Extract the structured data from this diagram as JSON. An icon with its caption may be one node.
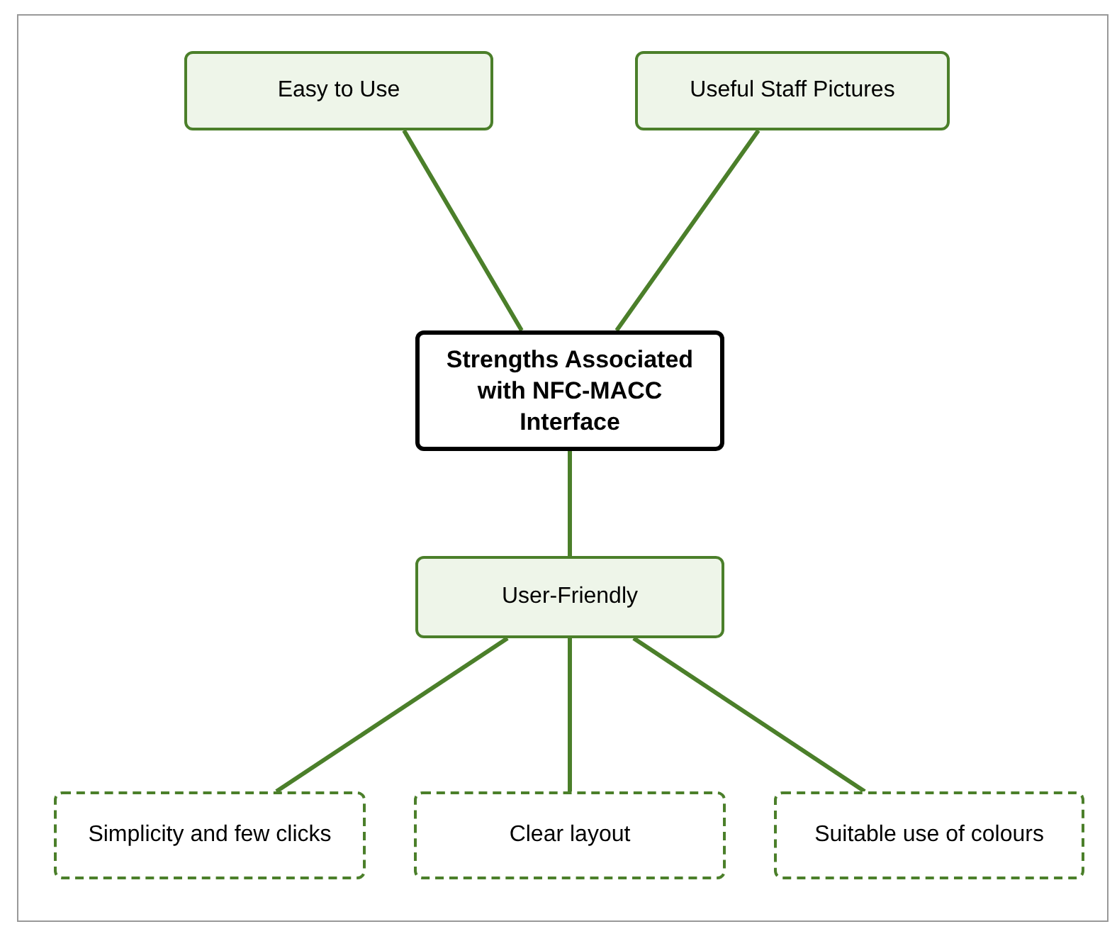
{
  "diagram": {
    "nodes": [
      {
        "text": [
          "Strengths Associated with NFC-MACC Interface"
        ]
      },
      {
        "text": [
          "Easy to Use"
        ]
      },
      {
        "text": [
          "Useful Staff Pictures"
        ]
      },
      {
        "text": [
          "User-Friendly"
        ]
      },
      {
        "text": [
          "Simplicity and few clicks"
        ]
      },
      {
        "text": [
          "Clear layout"
        ]
      },
      {
        "text": [
          "Suitable use of colours"
        ]
      }
    ],
    "edges": [
      {
        "from": 1,
        "to": 0,
        "arrow": "none"
      },
      {
        "from": 2,
        "to": 0,
        "arrow": "none"
      },
      {
        "from": 0,
        "to": 3,
        "arrow": "none"
      },
      {
        "from": 3,
        "to": 4,
        "arrow": "none"
      },
      {
        "from": 3,
        "to": 5,
        "arrow": "none"
      },
      {
        "from": 3,
        "to": 6,
        "arrow": "none"
      }
    ]
  }
}
